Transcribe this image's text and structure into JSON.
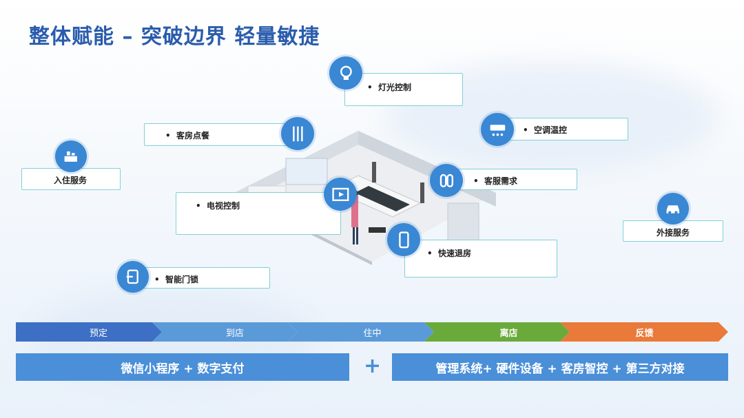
{
  "title": "整体赋能 – 突破边界  轻量敏捷",
  "services": {
    "light": "灯光控制",
    "dining": "客房点餐",
    "ac": "空调温控",
    "checkin": "入住服务",
    "service_request": "客服需求",
    "tv": "电视控制",
    "pickup": "外接服务",
    "checkout": "快速退房",
    "door_lock": "智能门锁"
  },
  "bullet": "•",
  "stages": [
    {
      "label": "预定",
      "color": "#3d6fc4"
    },
    {
      "label": "到店",
      "color": "#5b9ad9"
    },
    {
      "label": "住中",
      "color": "#5b9ad9"
    },
    {
      "label": "离店",
      "color": "#6aaa3a"
    },
    {
      "label": "反馈",
      "color": "#ea7a3a"
    }
  ],
  "bottom": {
    "left": "微信小程序 + 数字支付",
    "plus": "+",
    "right": "管理系统+ 硬件设备 + 客房智控 + 第三方对接"
  },
  "colors": {
    "title": "#2a5cad",
    "icon": "#3a87d4",
    "card_border": "#7fd0d6",
    "bottom_box": "#4a8fd8"
  }
}
